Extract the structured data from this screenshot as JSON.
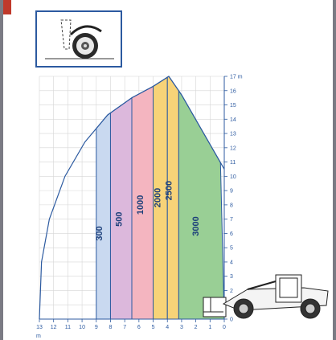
{
  "chart_data": {
    "type": "area",
    "title": "",
    "xlabel": "m",
    "ylabel": "m",
    "x_ticks": [
      "13",
      "12",
      "11",
      "10",
      "9",
      "8",
      "7",
      "6",
      "5",
      "4",
      "3",
      "2",
      "1",
      "0"
    ],
    "y_ticks": [
      "0",
      "1",
      "2",
      "3",
      "4",
      "5",
      "6",
      "7",
      "8",
      "9",
      "10",
      "11",
      "12",
      "13",
      "14",
      "15",
      "16",
      "17 m"
    ],
    "xlim": [
      13,
      0
    ],
    "ylim": [
      0,
      17
    ],
    "grid": true,
    "boom_envelope": [
      [
        13,
        0
      ],
      [
        12.85,
        4
      ],
      [
        12.3,
        7
      ],
      [
        11.2,
        10
      ],
      [
        9.8,
        12.4
      ],
      [
        8.2,
        14.3
      ],
      [
        6.5,
        15.5
      ],
      [
        5,
        16.3
      ],
      [
        3.9,
        17
      ],
      [
        3,
        15.7
      ],
      [
        0,
        10.5
      ]
    ],
    "series": [
      {
        "name": "300",
        "x_range": [
          9,
          8
        ],
        "color": "#c9d9f0"
      },
      {
        "name": "500",
        "x_range": [
          8,
          6.5
        ],
        "color": "#dcb8dc"
      },
      {
        "name": "1000",
        "x_range": [
          6.5,
          5
        ],
        "color": "#f4b5c0"
      },
      {
        "name": "2000",
        "x_range": [
          5,
          4
        ],
        "color": "#f7d378"
      },
      {
        "name": "2500",
        "x_range": [
          4,
          3.2
        ],
        "color": "#f7d378"
      },
      {
        "name": "3000",
        "x_range": [
          3.2,
          0
        ],
        "color": "#99cf95"
      }
    ]
  },
  "colors": {
    "line": "#2c5aa0",
    "grid": "#d6d6d6"
  },
  "icons": {
    "tire": "tire-clearance-icon",
    "machine": "telehandler-icon"
  }
}
